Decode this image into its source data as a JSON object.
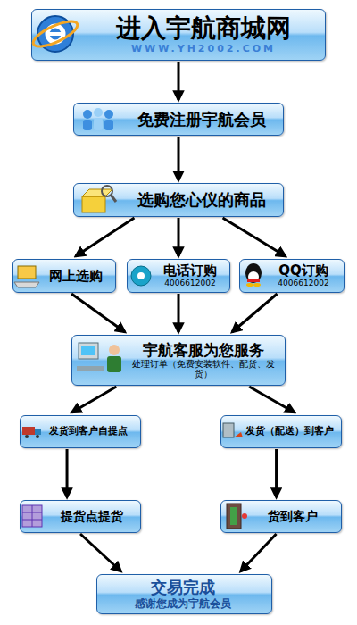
{
  "diagram": {
    "nodes": [
      {
        "text": [
          "进入宇航商城网",
          "WWW.YH2002.COM"
        ]
      },
      {
        "text": [
          "免费注册宇航会员"
        ]
      },
      {
        "text": [
          "选购您心仪的商品"
        ]
      },
      {
        "text": [
          "网上选购"
        ]
      },
      {
        "text": [
          "电话订购",
          "4006612002"
        ]
      },
      {
        "text": [
          "QQ订购",
          "4006612002"
        ]
      },
      {
        "text": [
          "宇航客服为您服务",
          "处理订单（免费安装软件、配货、发货）"
        ]
      },
      {
        "text": [
          "发货到客户自提点"
        ]
      },
      {
        "text": [
          "发货（配送）到客户"
        ]
      },
      {
        "text": [
          "提货点提货"
        ]
      },
      {
        "text": [
          "货到客户"
        ]
      },
      {
        "text": [
          "交易完成",
          "感谢您成为宇航会员"
        ]
      }
    ],
    "edges": [
      {
        "from": 0,
        "to": 1,
        "arrow": "to"
      },
      {
        "from": 1,
        "to": 2,
        "arrow": "to"
      },
      {
        "from": 2,
        "to": 3,
        "arrow": "to"
      },
      {
        "from": 2,
        "to": 4,
        "arrow": "to"
      },
      {
        "from": 2,
        "to": 5,
        "arrow": "to"
      },
      {
        "from": 3,
        "to": 6,
        "arrow": "to"
      },
      {
        "from": 4,
        "to": 6,
        "arrow": "to"
      },
      {
        "from": 5,
        "to": 6,
        "arrow": "to"
      },
      {
        "from": 6,
        "to": 7,
        "arrow": "to"
      },
      {
        "from": 6,
        "to": 8,
        "arrow": "to"
      },
      {
        "from": 7,
        "to": 9,
        "arrow": "to"
      },
      {
        "from": 8,
        "to": 10,
        "arrow": "to"
      },
      {
        "from": 9,
        "to": 11,
        "arrow": "to"
      },
      {
        "from": 10,
        "to": 11,
        "arrow": "to"
      }
    ]
  }
}
